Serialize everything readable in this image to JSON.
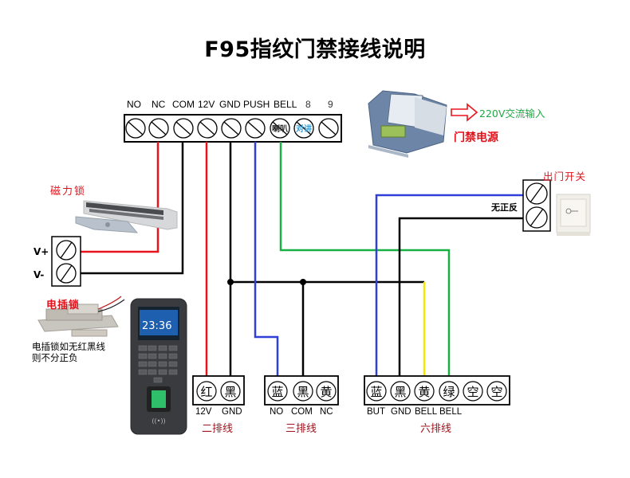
{
  "title": "F95指纹门禁接线说明",
  "main_terminal": {
    "labels": [
      "NO",
      "NC",
      "COM",
      "12V",
      "GND",
      "PUSH",
      "BELL",
      "8",
      "9"
    ],
    "overlay_labels": {
      "bell": "喇叭",
      "intercom": "对讲"
    }
  },
  "power_supply": {
    "input_label": "220V交流输入",
    "name": "门禁电源"
  },
  "exit_button": {
    "name": "出门开关",
    "polarity_note": "无正反"
  },
  "mag_lock": {
    "name": "磁力锁",
    "terminals": [
      "V+",
      "V-"
    ]
  },
  "electric_bolt": {
    "name": "电插锁",
    "note_line1": "电插锁如无红黑线",
    "note_line2": "则不分正负"
  },
  "device": {
    "clock": "23:36"
  },
  "connectors": [
    {
      "name": "二排线",
      "pins": [
        {
          "color_char": "红",
          "signal": "12V"
        },
        {
          "color_char": "黑",
          "signal": "GND"
        }
      ]
    },
    {
      "name": "三排线",
      "pins": [
        {
          "color_char": "蓝",
          "signal": "NO"
        },
        {
          "color_char": "黑",
          "signal": "COM"
        },
        {
          "color_char": "黄",
          "signal": "NC"
        }
      ]
    },
    {
      "name": "六排线",
      "pins": [
        {
          "color_char": "蓝",
          "signal": "BUT"
        },
        {
          "color_char": "黑",
          "signal": "GND"
        },
        {
          "color_char": "黄",
          "signal": "BELL"
        },
        {
          "color_char": "绿",
          "signal": "BELL"
        },
        {
          "color_char": "空",
          "signal": ""
        },
        {
          "color_char": "空",
          "signal": ""
        }
      ]
    }
  ],
  "wire_colors": {
    "red": "#e8141c",
    "black": "#000000",
    "blue": "#2f3fd8",
    "green": "#18b043",
    "yellow": "#f5e800"
  }
}
